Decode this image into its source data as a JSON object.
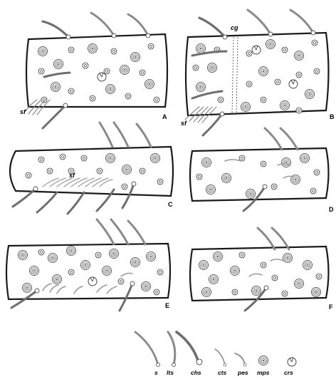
{
  "figure": {
    "panels": [
      {
        "id": "A",
        "label": "A",
        "annotations": [
          "sf"
        ]
      },
      {
        "id": "B",
        "label": "B",
        "annotations": [
          "cg",
          "sf"
        ]
      },
      {
        "id": "C",
        "label": "C",
        "annotations": [
          "sf"
        ]
      },
      {
        "id": "D",
        "label": "D",
        "annotations": []
      },
      {
        "id": "E",
        "label": "E",
        "annotations": []
      },
      {
        "id": "F",
        "label": "F",
        "annotations": []
      }
    ],
    "legend": [
      {
        "key": "s",
        "label": "s",
        "icon": "small-seta-icon"
      },
      {
        "key": "lts",
        "label": "lts",
        "icon": "long-thin-seta-icon"
      },
      {
        "key": "chs",
        "label": "chs",
        "icon": "chaetica-seta-icon"
      },
      {
        "key": "cts",
        "label": "cts",
        "icon": "curved-thin-seta-icon"
      },
      {
        "key": "pes",
        "label": "pes",
        "icon": "pegged-seta-icon"
      },
      {
        "key": "mps",
        "label": "mps",
        "icon": "multiporous-sensillum-icon"
      },
      {
        "key": "crs",
        "label": "crs",
        "icon": "campaniform-sensillum-icon"
      }
    ],
    "colors": {
      "outline": "#1a1a1a",
      "seta": "#7a7a7a",
      "seta_dark": "#555555",
      "fill": "#ffffff"
    }
  }
}
